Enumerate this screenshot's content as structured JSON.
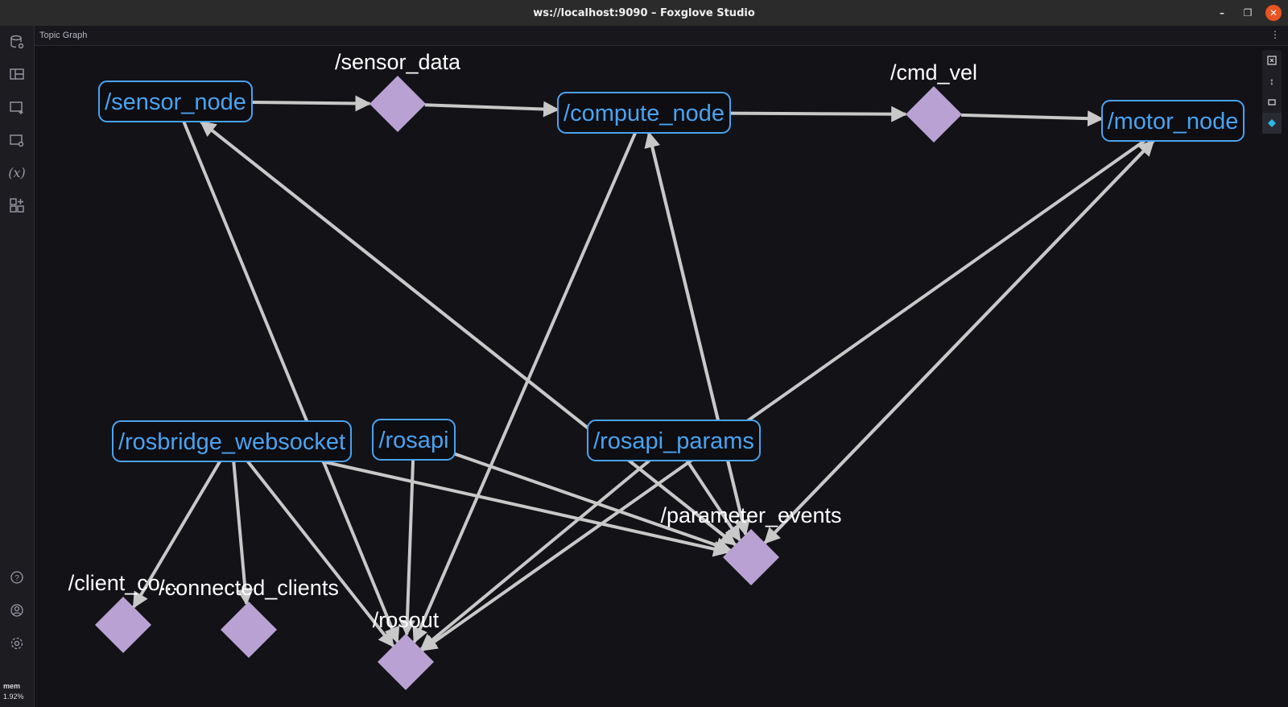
{
  "window": {
    "title": "ws://localhost:9090 – Foxglove Studio"
  },
  "panel": {
    "title": "Topic Graph"
  },
  "sidebar": {
    "icons": [
      "data-source-icon",
      "layout-icon",
      "add-panel-icon",
      "panel-settings-icon",
      "variables-icon",
      "extensions-icon",
      "help-icon",
      "account-icon",
      "settings-icon"
    ],
    "mem_label": "mem",
    "mem_value": "1.92%"
  },
  "toolbar": {
    "icons": [
      "fit-view-icon",
      "vertical-layout-icon",
      "square-node-icon",
      "topic-diamond-icon"
    ]
  },
  "graph": {
    "node_color": "#4aa3f0",
    "topic_color": "#b9a2d3",
    "edge_color": "#c8c8c8",
    "nodes": [
      {
        "id": "sensor_node",
        "label": "/sensor_node"
      },
      {
        "id": "compute_node",
        "label": "/compute_node"
      },
      {
        "id": "motor_node",
        "label": "/motor_node"
      },
      {
        "id": "rosbridge_websocket",
        "label": "/rosbridge_websocket"
      },
      {
        "id": "rosapi",
        "label": "/rosapi"
      },
      {
        "id": "rosapi_params",
        "label": "/rosapi_params"
      }
    ],
    "topics": [
      {
        "id": "sensor_data",
        "label": "/sensor_data"
      },
      {
        "id": "cmd_vel",
        "label": "/cmd_vel"
      },
      {
        "id": "parameter_events",
        "label": "/parameter_events"
      },
      {
        "id": "client_count",
        "label": "/client_co..."
      },
      {
        "id": "connected_clients",
        "label": "/connected_clients"
      },
      {
        "id": "rosout",
        "label": "/rosout"
      }
    ],
    "edges": [
      [
        "sensor_node",
        "sensor_data"
      ],
      [
        "sensor_data",
        "compute_node"
      ],
      [
        "compute_node",
        "cmd_vel"
      ],
      [
        "cmd_vel",
        "motor_node"
      ],
      [
        "sensor_node",
        "rosout"
      ],
      [
        "compute_node",
        "rosout"
      ],
      [
        "motor_node",
        "rosout"
      ],
      [
        "rosbridge_websocket",
        "rosout"
      ],
      [
        "rosapi",
        "rosout"
      ],
      [
        "rosapi_params",
        "rosout"
      ],
      [
        "rosbridge_websocket",
        "client_count"
      ],
      [
        "rosbridge_websocket",
        "connected_clients"
      ],
      [
        "rosbridge_websocket",
        "parameter_events"
      ],
      [
        "rosapi",
        "parameter_events"
      ],
      [
        "sensor_node",
        "parameter_events"
      ],
      [
        "compute_node",
        "parameter_events"
      ],
      [
        "motor_node",
        "parameter_events"
      ],
      [
        "rosapi_params",
        "parameter_events"
      ],
      [
        "parameter_events",
        "sensor_node"
      ],
      [
        "parameter_events",
        "compute_node"
      ],
      [
        "parameter_events",
        "motor_node"
      ]
    ]
  }
}
